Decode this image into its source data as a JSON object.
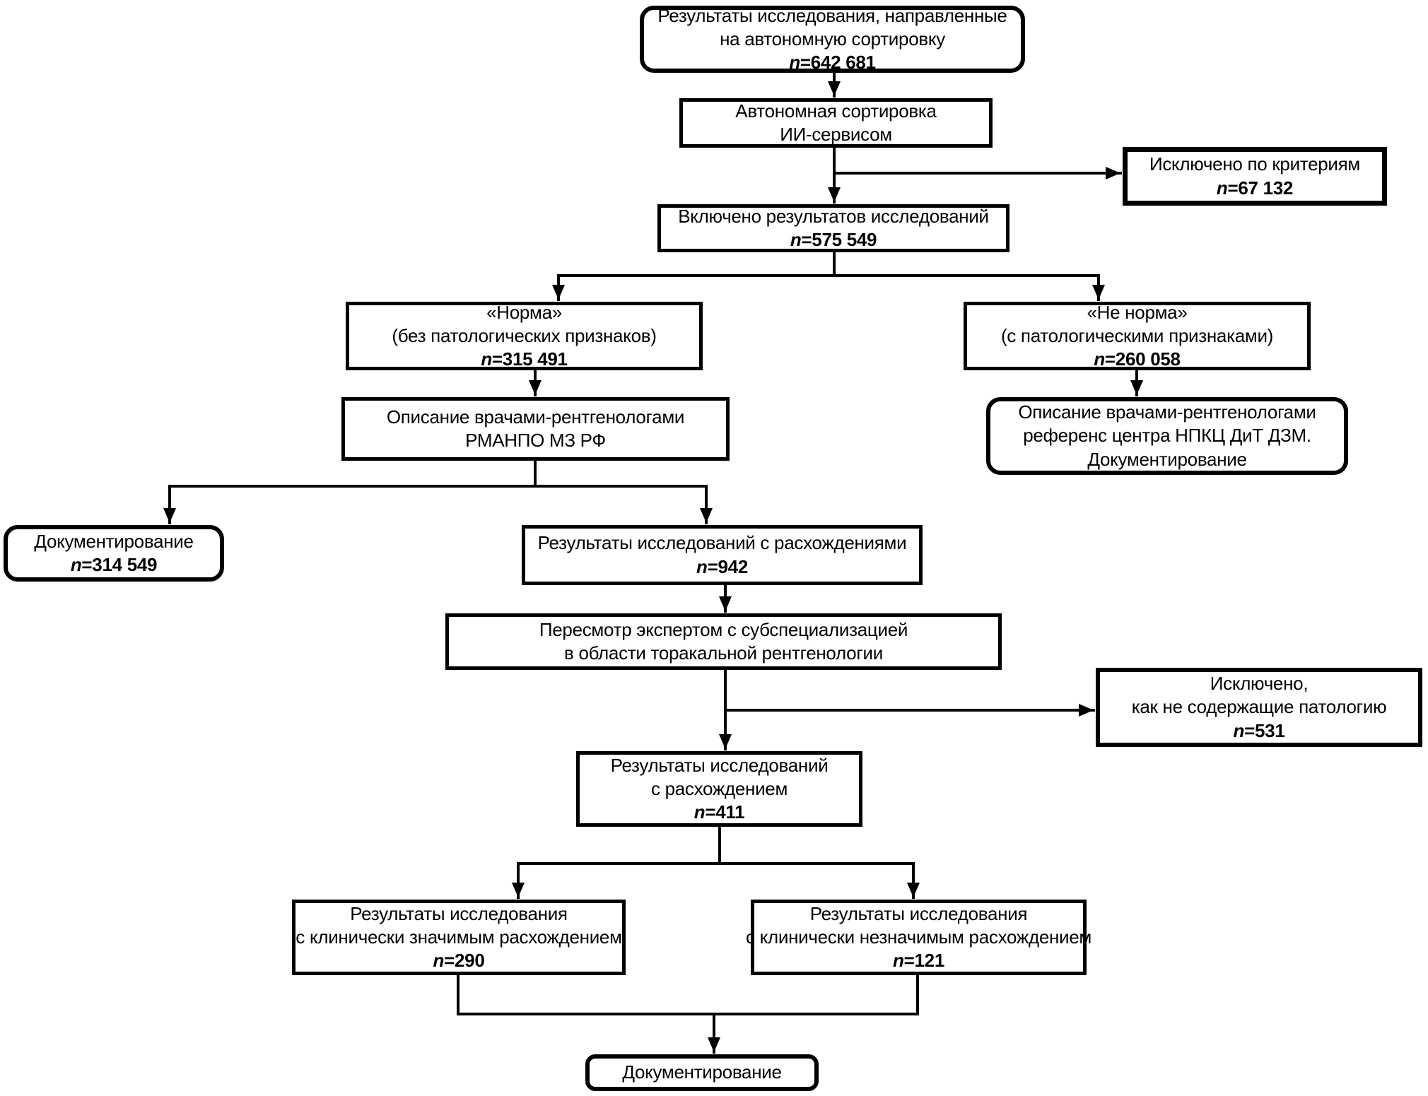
{
  "figure": {
    "type": "flowchart",
    "language": "ru",
    "colors": {
      "border": "#000000",
      "background": "#ffffff",
      "text": "#000000"
    }
  },
  "boxes": {
    "start": {
      "line1": "Результаты исследования, направленные",
      "line2": "на автономную сортировку",
      "n": "n=642 681"
    },
    "ai_sorting": {
      "line1": "Автономная сортировка",
      "line2": "ИИ-сервисом"
    },
    "excluded_by_criteria": {
      "line1": "Исключено по критериям",
      "n": "n=67 132"
    },
    "included": {
      "line1": "Включено результатов исследований",
      "n": "n=575 549"
    },
    "norm": {
      "line1": "«Норма»",
      "line2": "(без патологических признаков)",
      "n": "n=315 491"
    },
    "not_norm": {
      "line1": "«Не норма»",
      "line2": "(с патологическими признаками)",
      "n": "n=260 058"
    },
    "desc_rmanpo": {
      "line1": "Описание врачами-рентгенологами",
      "line2": "РМАНПО МЗ РФ"
    },
    "desc_reference": {
      "line1": "Описание врачами-рентгенологами",
      "line2": "референс центра НПКЦ ДиТ ДЗМ.",
      "line3": "Документирование"
    },
    "documentation_norm": {
      "line1": "Документирование",
      "n": "n=314 549"
    },
    "discrepancies": {
      "line1": "Результаты исследований с расхождениями",
      "n": "n=942"
    },
    "expert_review": {
      "line1": "Пересмотр экспертом с субспециализацией",
      "line2": "в области торакальной рентгенологии"
    },
    "excluded_no_pathology": {
      "line1": "Исключено,",
      "line2": "как не содержащие патологию",
      "n": "n=531"
    },
    "discrepancy_confirmed": {
      "line1": "Результаты исследований",
      "line2": "с расхождением",
      "n": "n=411"
    },
    "significant": {
      "line1": "Результаты исследования",
      "line2": "с клинически значимым расхождением",
      "n": "n=290"
    },
    "insignificant": {
      "line1": "Результаты исследования",
      "line2": "с клинически незначимым расхождением",
      "n": "n=121"
    },
    "documentation_final": {
      "line1": "Документирование"
    }
  }
}
